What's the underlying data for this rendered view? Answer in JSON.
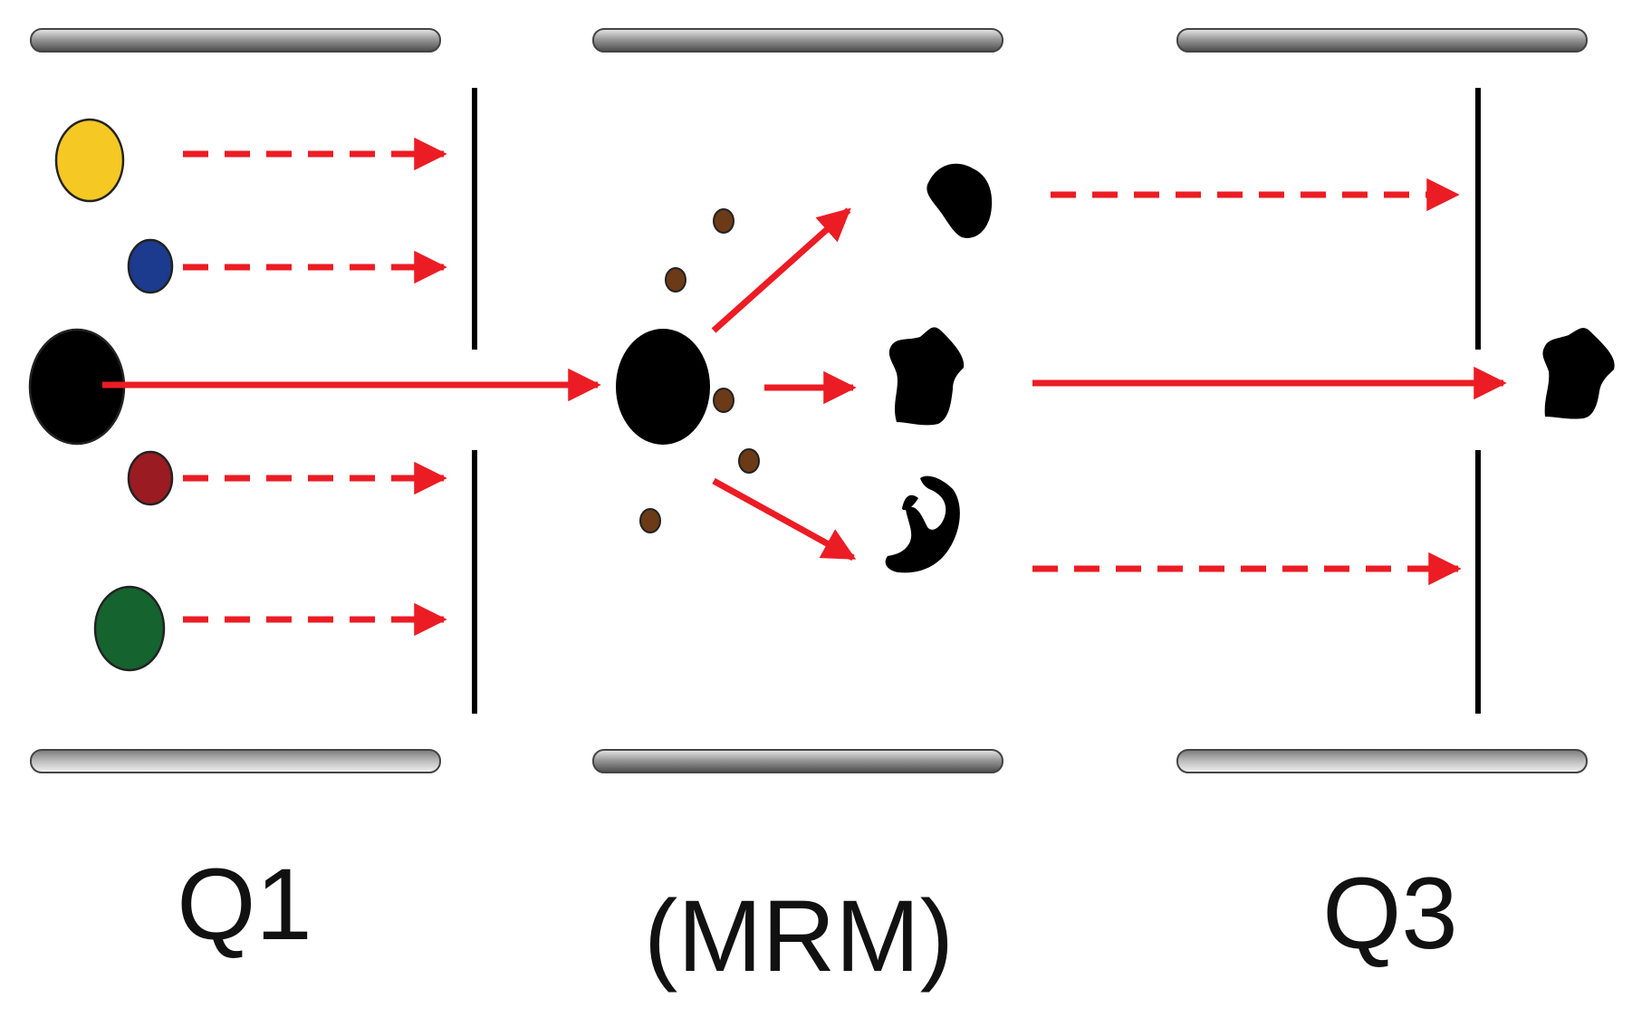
{
  "labels": {
    "q1": "Q1",
    "mrm": "(MRM)",
    "q3": "Q3"
  },
  "colors": {
    "arrow": "#ec1c24",
    "particle_black": "#000000",
    "ion_yellow": "#f5c823",
    "ion_blue": "#1c3a8e",
    "ion_red": "#9b1b22",
    "ion_green": "#15632f",
    "neutral_fragment": "#6b3a17",
    "rod_gray": "#9a9a9a"
  },
  "icons": {
    "rod": "quadrupole-rod-bar",
    "precursor": "black-circle",
    "fragment": "irregular-black-blob",
    "neutral": "small-brown-dot"
  }
}
